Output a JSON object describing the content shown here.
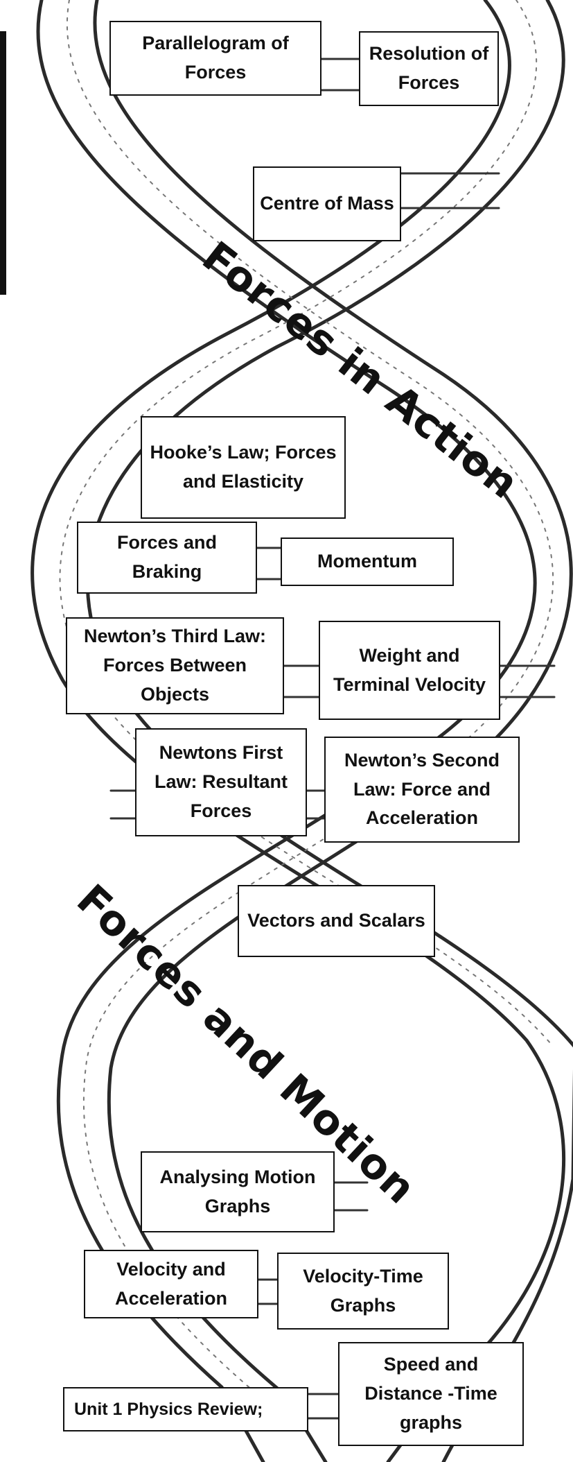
{
  "diagram": {
    "section_titles": {
      "forces_in_action": "Forces in Action",
      "forces_and_motion": "Forces and Motion"
    },
    "topics": {
      "parallelogram": "Parallelogram of Forces",
      "resolution": "Resolution of Forces",
      "centre_of_mass": "Centre of Mass",
      "hookes_law": "Hooke’s Law; Forces and Elasticity",
      "forces_braking": "Forces and Braking",
      "momentum": "Momentum",
      "newton_third": "Newton’s Third Law: Forces Between Objects",
      "weight_terminal": "Weight and Terminal Velocity",
      "newton_first": "Newtons First Law: Resultant Forces",
      "newton_second": "Newton’s Second Law: Force and Acceleration",
      "vectors_scalars": "Vectors and Scalars",
      "analysing_motion": "Analysing Motion Graphs",
      "velocity_acceleration": "Velocity and Acceleration",
      "velocity_time": "Velocity-Time Graphs",
      "unit1_review": "Unit 1 Physics Review;",
      "speed_distance": "Speed and Distance -Time graphs"
    }
  }
}
